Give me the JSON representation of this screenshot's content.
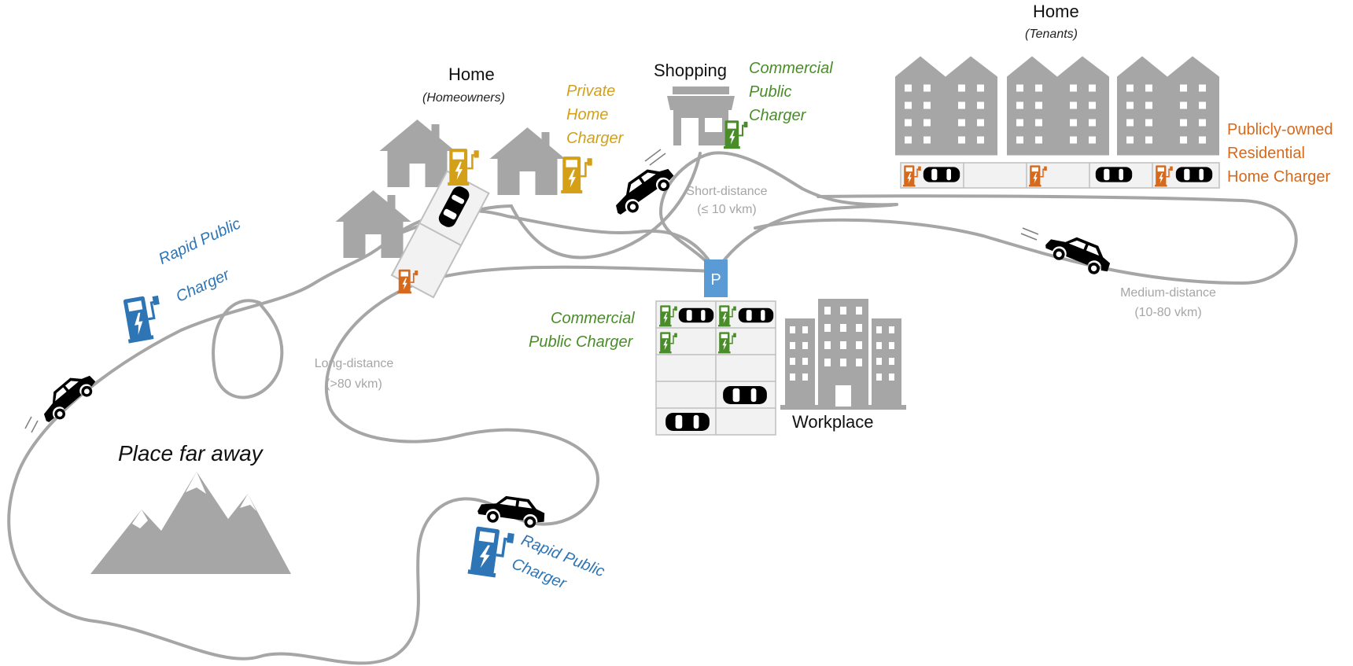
{
  "colors": {
    "road": "#a6a6a6",
    "building": "#a6a6a6",
    "car": "#000000",
    "private_home_charger": "#d4a017",
    "commercial_public_charger": "#4a8c2a",
    "publicly_owned_residential": "#d6691c",
    "rapid_public_charger": "#2e75b6",
    "parking_sign": "#5b9bd5"
  },
  "labels": {
    "home_homeowners_title": "Home",
    "home_homeowners_sub": "(Homeowners)",
    "private_home_charger_1": "Private",
    "private_home_charger_2": "Home",
    "private_home_charger_3": "Charger",
    "shopping_title": "Shopping",
    "commercial_top_1": "Commercial",
    "commercial_top_2": "Public",
    "commercial_top_3": "Charger",
    "home_tenants_title": "Home",
    "home_tenants_sub": "(Tenants)",
    "publicly_owned_1": "Publicly-owned",
    "publicly_owned_2": "Residential",
    "publicly_owned_3": "Home Charger",
    "short_distance_1": "Short-distance",
    "short_distance_2": "(≤ 10 vkm)",
    "medium_distance_1": "Medium-distance",
    "medium_distance_2": "(10-80 vkm)",
    "long_distance_1": "Long-distance",
    "long_distance_2": "(>80 vkm)",
    "commercial_work_1": "Commercial",
    "commercial_work_2": "Public Charger",
    "workplace": "Workplace",
    "place_far_away": "Place far away",
    "rapid_1_line1": "Rapid Public",
    "rapid_1_line2": "Charger",
    "rapid_2_line1": "Rapid Public",
    "rapid_2_line2": "Charger",
    "parking_sign": "P"
  },
  "icons": [
    "house-icon",
    "apartment-building-icon",
    "shop-icon",
    "office-building-icon",
    "mountain-icon",
    "car-icon",
    "ev-charger-icon",
    "parking-sign-icon"
  ]
}
